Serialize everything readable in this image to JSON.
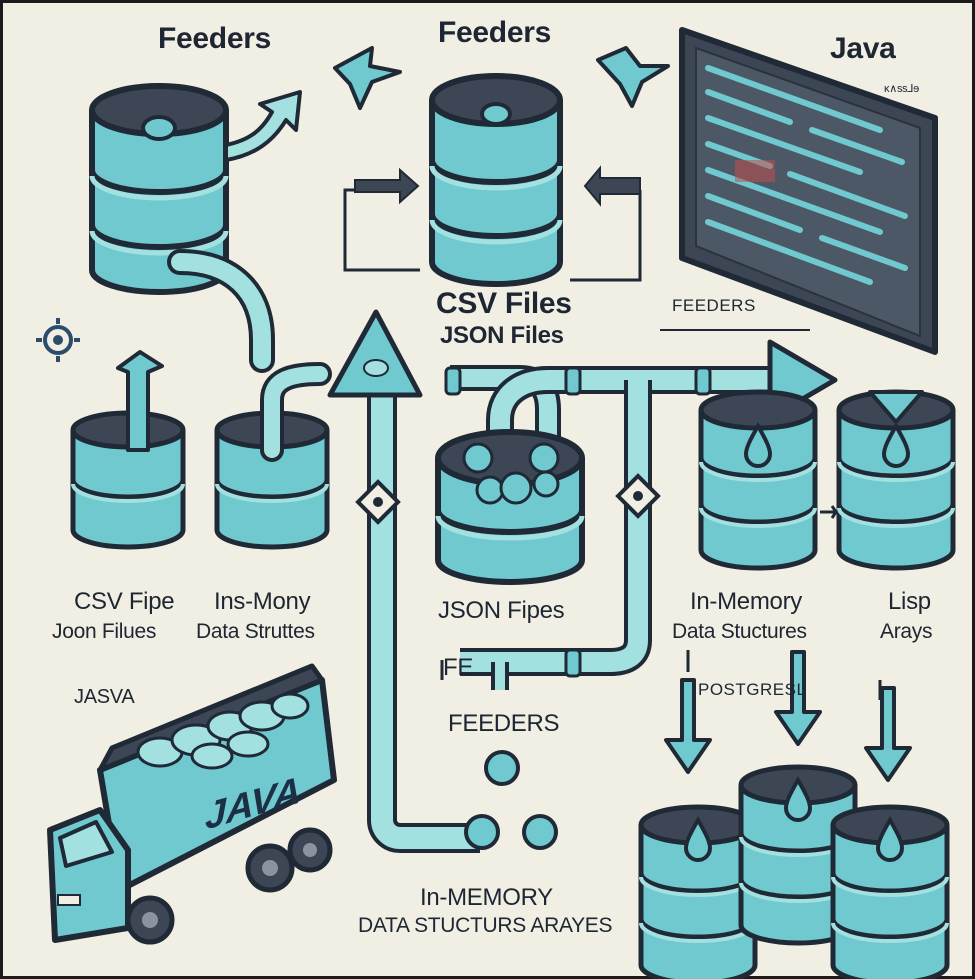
{
  "labels": {
    "feeders_1": "Feeders",
    "feeders_2": "Feeders",
    "java_title": "Java",
    "screen_tag": "ĸ∧ѕѕ⅃ɘ",
    "csv_files": "CSV Files",
    "json_files": "JSON Files",
    "feeders_caps_1": "FEEDERS",
    "csv_fipe": "CSV Fipe",
    "joon_filues": "Joon Filues",
    "ins_mony": "Ins-Mony",
    "data_strutes": "Data Struttes",
    "json_fipes": "JSON Fipes",
    "in_memory_1": "In-Memory",
    "data_structures_1": "Data Stuctures",
    "lisp": "Lisp",
    "arays": "Arays",
    "fe_partial": "FE",
    "postgresl": "POSTGRESL",
    "jasva": "JASVA",
    "feeders_caps_2": "FEEDERS",
    "truck_java": "JAVA",
    "in_memory_2": "In-MEMORY",
    "data_stucturs_arayes": "DATA STUCTURS ARAYES"
  },
  "colors": {
    "background": "#f1eee3",
    "cyan": "#6fc9cf",
    "cyan_light": "#a3e0e0",
    "dark": "#3d4654",
    "outline": "#1f2a36"
  }
}
